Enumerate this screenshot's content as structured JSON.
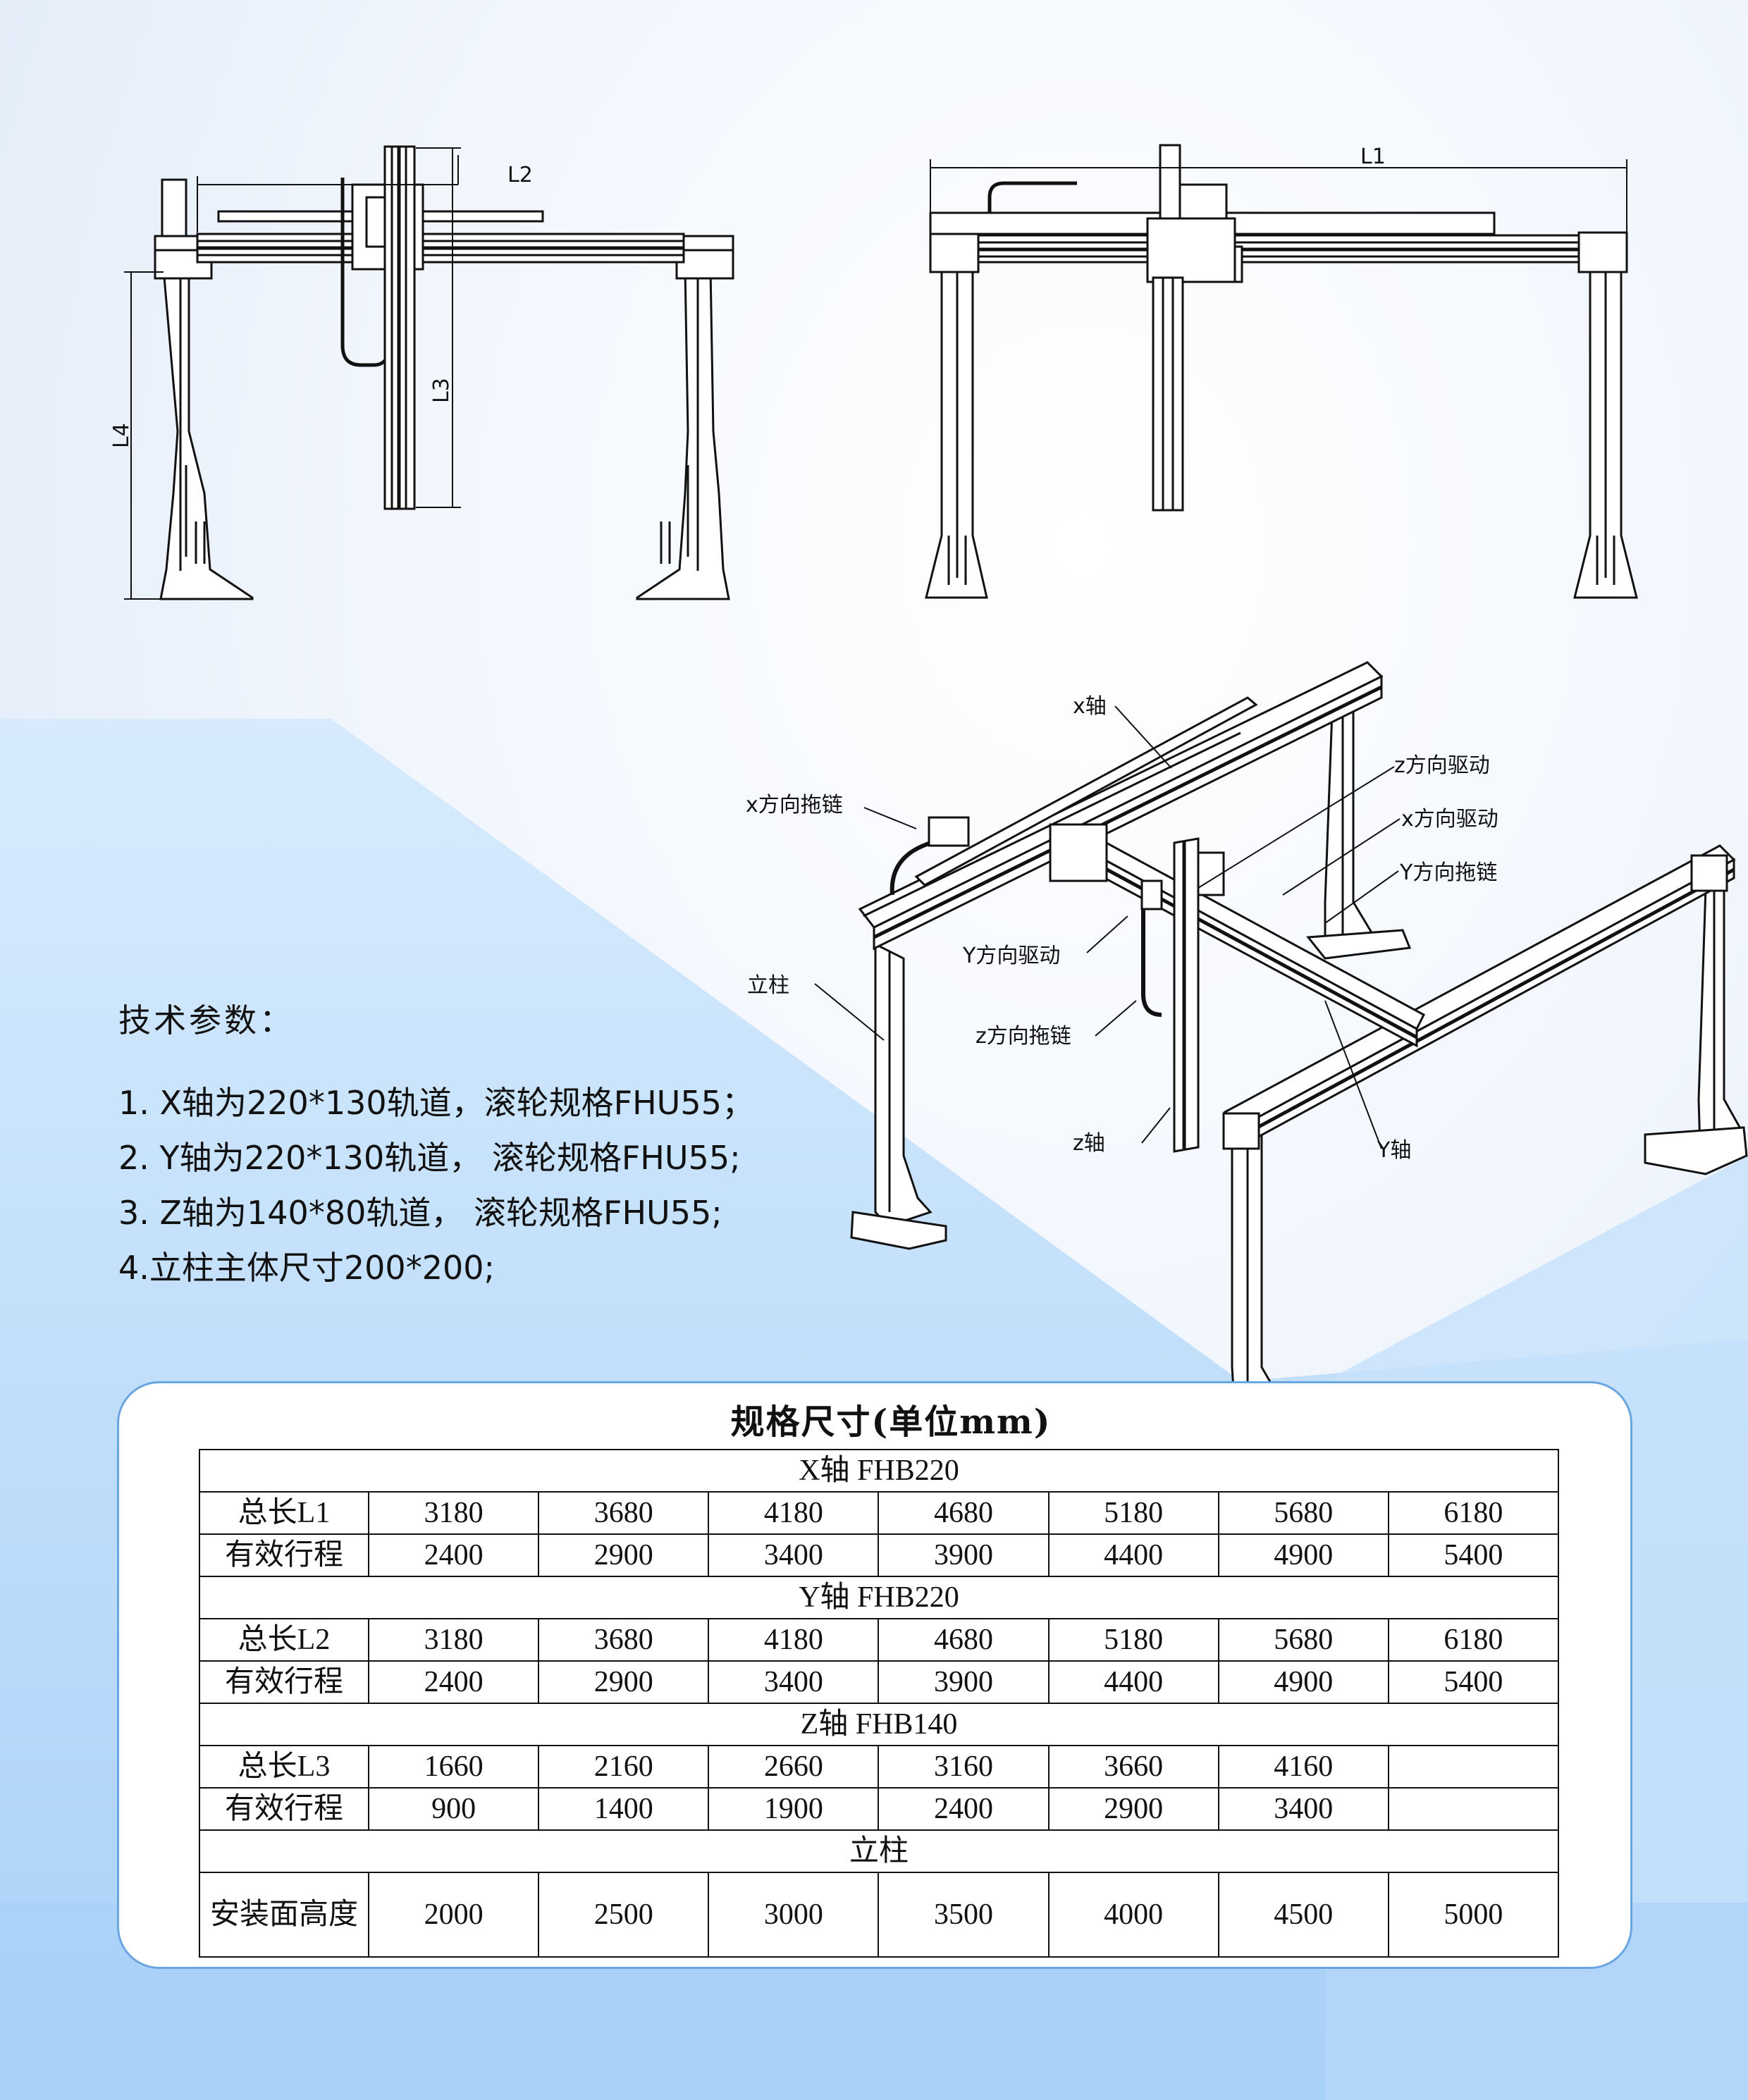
{
  "views": {
    "front_dims": [
      "L2",
      "L3",
      "L4"
    ],
    "side_dims": [
      "L1"
    ],
    "callouts": {
      "x_axis": "x轴",
      "x_chain": "x方向拖链",
      "z_drive": "z方向驱动",
      "x_drive": "x方向驱动",
      "y_chain": "Y方向拖链",
      "y_drive": "Y方向驱动",
      "column": "立柱",
      "z_chain": "z方向拖链",
      "z_axis": "z轴",
      "y_axis": "Y轴"
    }
  },
  "tech": {
    "heading": "技术参数：",
    "items": [
      "1. X轴为220*130轨道，滚轮规格FHU55；",
      "2. Y轴为220*130轨道， 滚轮规格FHU55;",
      "3. Z轴为140*80轨道， 滚轮规格FHU55;",
      "4.立柱主体尺寸200*200;"
    ]
  },
  "spec": {
    "title": "规格尺寸(单位mm)",
    "sections": [
      {
        "name": "X轴 FHB220",
        "rows": [
          {
            "label": "总长L1",
            "values": [
              "3180",
              "3680",
              "4180",
              "4680",
              "5180",
              "5680",
              "6180"
            ]
          },
          {
            "label": "有效行程",
            "values": [
              "2400",
              "2900",
              "3400",
              "3900",
              "4400",
              "4900",
              "5400"
            ]
          }
        ]
      },
      {
        "name": "Y轴 FHB220",
        "rows": [
          {
            "label": "总长L2",
            "values": [
              "3180",
              "3680",
              "4180",
              "4680",
              "5180",
              "5680",
              "6180"
            ]
          },
          {
            "label": "有效行程",
            "values": [
              "2400",
              "2900",
              "3400",
              "3900",
              "4400",
              "4900",
              "5400"
            ]
          }
        ]
      },
      {
        "name": "Z轴 FHB140",
        "rows": [
          {
            "label": "总长L3",
            "values": [
              "1660",
              "2160",
              "2660",
              "3160",
              "3660",
              "4160",
              ""
            ]
          },
          {
            "label": "有效行程",
            "values": [
              "900",
              "1400",
              "1900",
              "2400",
              "2900",
              "3400",
              ""
            ]
          }
        ]
      },
      {
        "name": "立柱",
        "rows": [
          {
            "label": "安装面高度",
            "values": [
              "2000",
              "2500",
              "3000",
              "3500",
              "4000",
              "4500",
              "5000"
            ]
          }
        ]
      }
    ]
  },
  "colors": {
    "background_top": "#f3f7fd",
    "background_blue": "#bcdcfa",
    "card_border": "#6aa6e0",
    "line": "#111111"
  }
}
